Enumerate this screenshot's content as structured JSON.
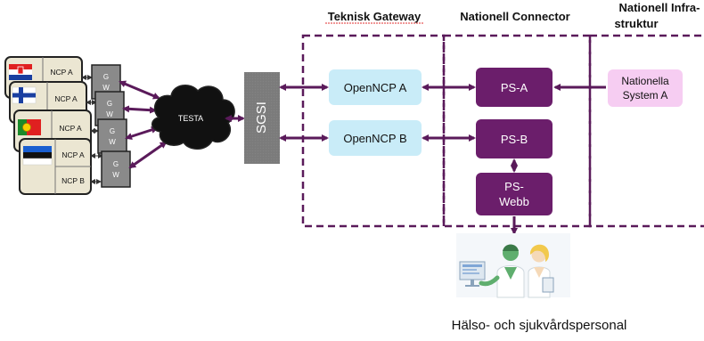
{
  "headers": {
    "gateway": "Teknisk Gateway",
    "connector": "Nationell Connector",
    "infra_line1": "Nationell Infra-",
    "infra_line2": "struktur"
  },
  "countries": [
    {
      "ncp": "NCP A",
      "flag": "croatia"
    },
    {
      "ncp": "NCP A",
      "flag": "finland"
    },
    {
      "ncp": "NCP A",
      "flag": "portugal"
    },
    {
      "ncp_top": "NCP A",
      "ncp_bottom": "NCP B",
      "flag": "estonia"
    }
  ],
  "gw_line1": "G",
  "gw_line2": "W",
  "testa": "TESTA",
  "sgsi": "SGSI",
  "openncp_a": "OpenNCP A",
  "openncp_b": "OpenNCP B",
  "ps_a": "PS-A",
  "ps_b": "PS-B",
  "ps_webb_line1": "PS-",
  "ps_webb_line2": "Webb",
  "nationella_line1": "Nationella",
  "nationella_line2": "System A",
  "personnel_caption": "Hälso- och sjukvårdspersonal",
  "colors": {
    "purple_dark": "#5a1a5a",
    "ps_fill": "#6b1e6b",
    "openncp_fill": "#c9ecf8",
    "nationella_fill": "#f6cdf2",
    "gw_fill": "#8a8a8a",
    "sgsi_fill": "#8c8c8c",
    "card_fill": "#ebe6d2"
  }
}
